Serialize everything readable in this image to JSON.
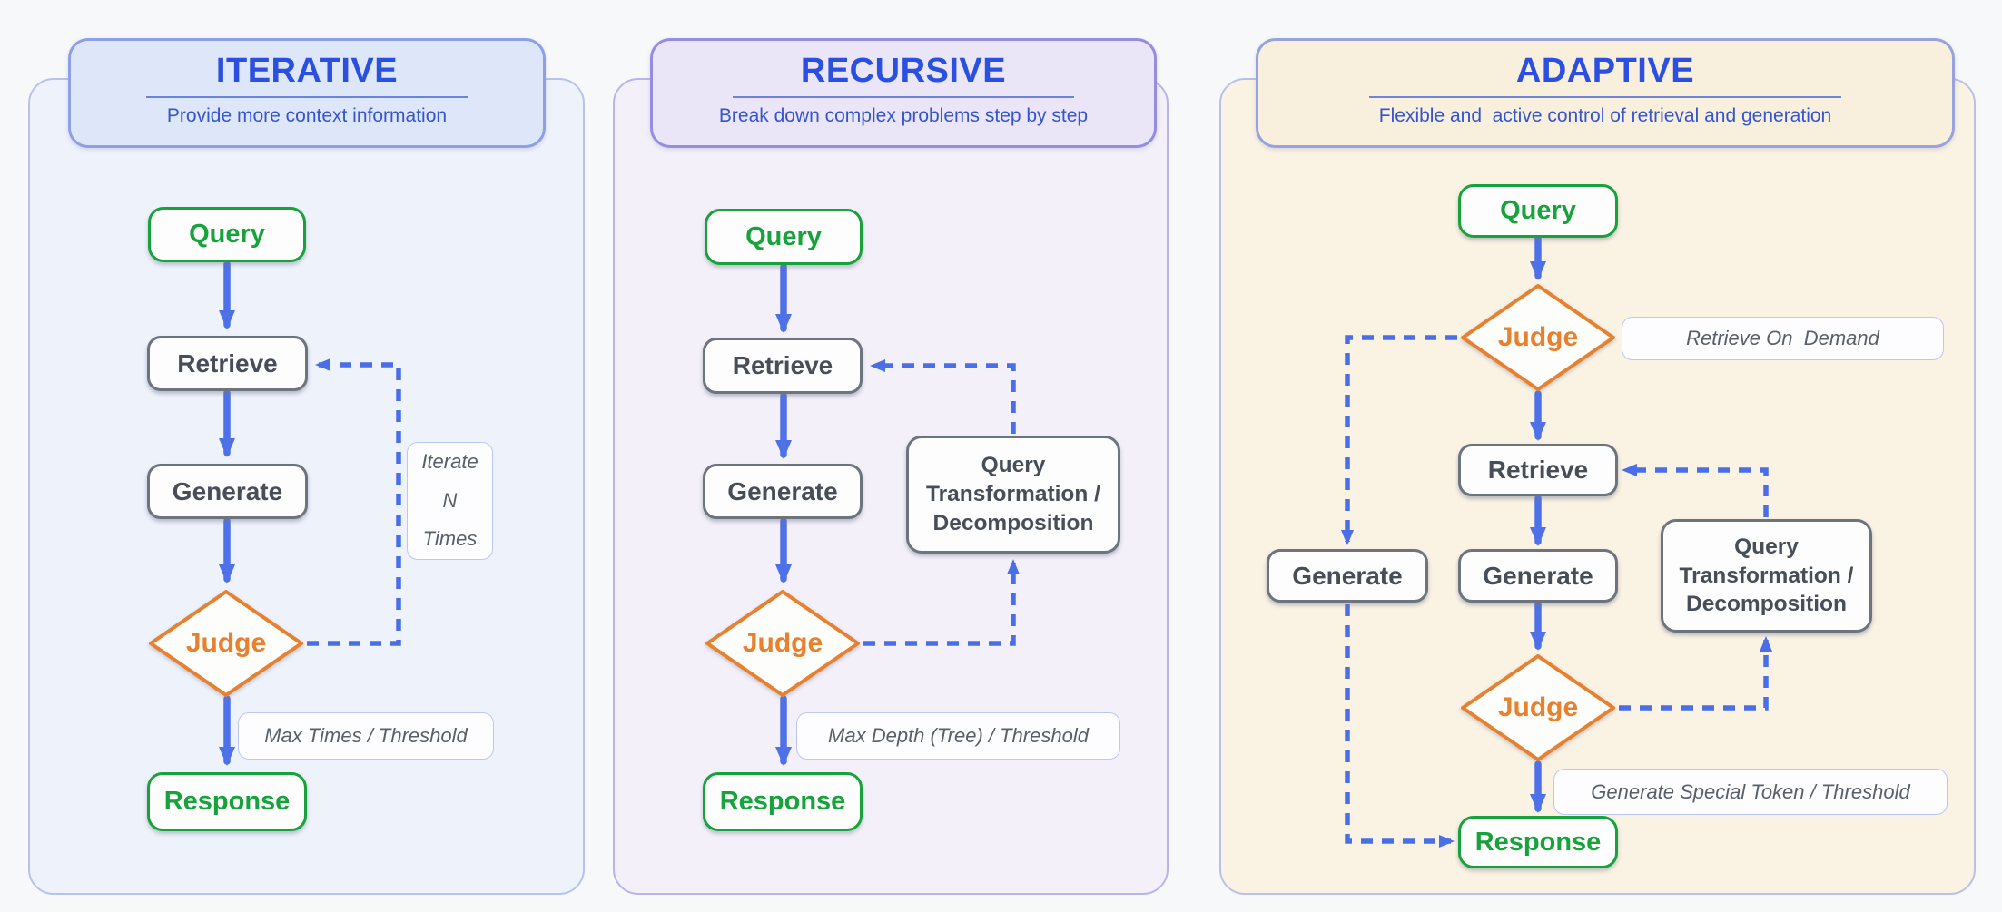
{
  "colors": {
    "title_blue": "#2b4fe0",
    "subtitle_blue": "#3554cf",
    "arrow_blue": "#4f71e8",
    "dashed_blue": "#4a6ee8",
    "node_green": "#18a23b",
    "judge_orange": "#e8812f",
    "node_border_gray": "#6d747e",
    "node_text_gray": "#474e57",
    "label_text_gray": "#595f69",
    "label_border": "#bcc7f3",
    "iterative_panel_bg": "#edf2fb",
    "iterative_header_bg": "#dee7fa",
    "recursive_panel_bg": "#f3f0fa",
    "recursive_header_bg": "#eae6f8",
    "adaptive_panel_bg": "#faf2e3",
    "adaptive_header_bg": "#f9efdd"
  },
  "panels": [
    {
      "title": "ITERATIVE",
      "subtitle": "Provide more context information",
      "nodes": {
        "query": "Query",
        "retrieve": "Retrieve",
        "generate": "Generate",
        "judge": "Judge",
        "response": "Response",
        "loop_label": "Iterate\nN\nTimes",
        "exit_label": "Max Times / Threshold"
      }
    },
    {
      "title": "RECURSIVE",
      "subtitle": "Break down complex problems step by step",
      "nodes": {
        "query": "Query",
        "retrieve": "Retrieve",
        "generate": "Generate",
        "judge": "Judge",
        "response": "Response",
        "transform_label": "Query\nTransformation /\nDecomposition",
        "exit_label": "Max Depth (Tree) / Threshold"
      }
    },
    {
      "title": "ADAPTIVE",
      "subtitle": "Flexible and  active control of retrieval and generation",
      "nodes": {
        "query": "Query",
        "judge_top": "Judge",
        "judge_top_label": "Retrieve On  Demand",
        "retrieve": "Retrieve",
        "generate_left": "Generate",
        "generate_center": "Generate",
        "transform_label": "Query\nTransformation /\nDecomposition",
        "judge_bottom": "Judge",
        "exit_label": "Generate Special Token / Threshold",
        "response": "Response"
      }
    }
  ]
}
